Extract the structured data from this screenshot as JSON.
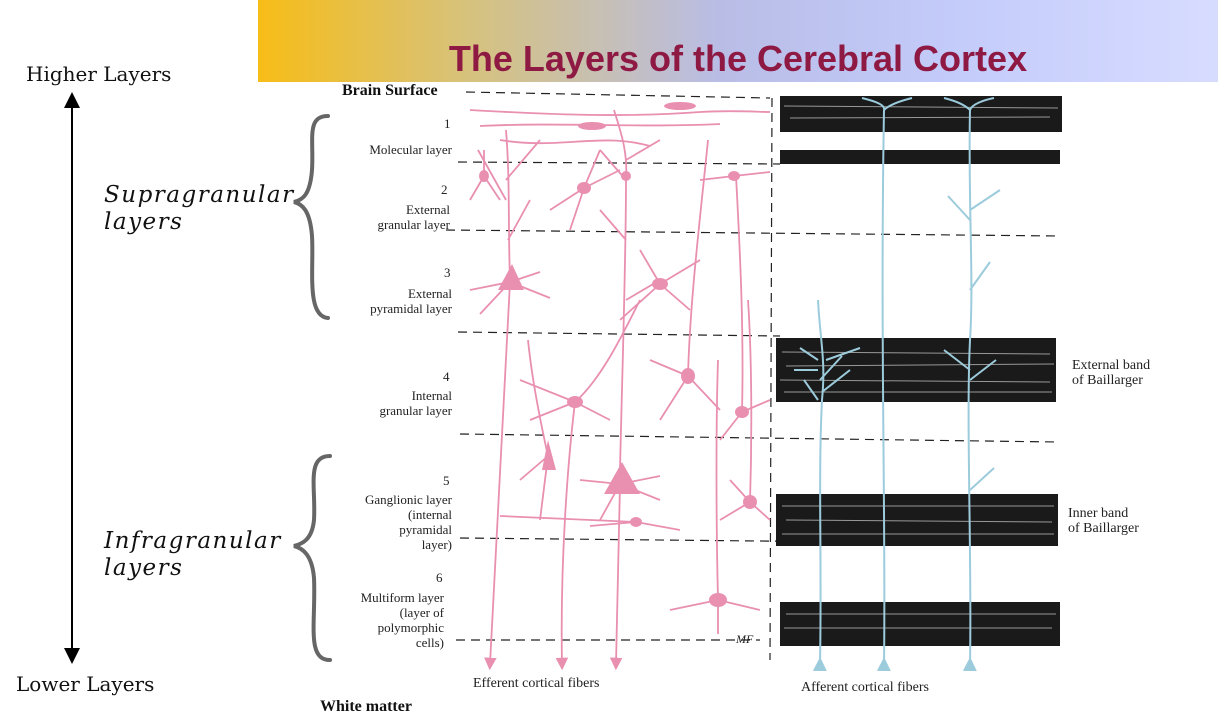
{
  "title": "The Layers of the Cerebral Cortex",
  "axis": {
    "top_label": "Higher Layers",
    "bottom_label": "Lower Layers"
  },
  "groups": {
    "supragranular": [
      "Supragranular",
      "layers"
    ],
    "infragranular": [
      "Infragranular",
      "layers"
    ]
  },
  "surface_label": "Brain Surface",
  "white_matter_label": "White matter",
  "layers": [
    {
      "number": "1",
      "name": [
        "Molecular layer"
      ]
    },
    {
      "number": "2",
      "name": [
        "External",
        "granular layer"
      ]
    },
    {
      "number": "3",
      "name": [
        "External",
        "pyramidal layer"
      ]
    },
    {
      "number": "4",
      "name": [
        "Internal",
        "granular layer"
      ]
    },
    {
      "number": "5",
      "name": [
        "Ganglionic layer",
        "(internal",
        "pyramidal",
        "layer)"
      ]
    },
    {
      "number": "6",
      "name": [
        "Multiform layer",
        "(layer of",
        "polymorphic",
        "cells)"
      ]
    }
  ],
  "bands": {
    "external": [
      "External band",
      "of Baillarger"
    ],
    "inner": [
      "Inner band",
      "of Baillarger"
    ]
  },
  "fibers": {
    "efferent": "Efferent cortical fibers",
    "afferent": "Afferent cortical fibers"
  },
  "signature": "MF",
  "colors": {
    "title": "#8e1a44",
    "neuron": "#e98fb0",
    "afferent": "#9ccbdc",
    "band": "#1a1a1a"
  }
}
